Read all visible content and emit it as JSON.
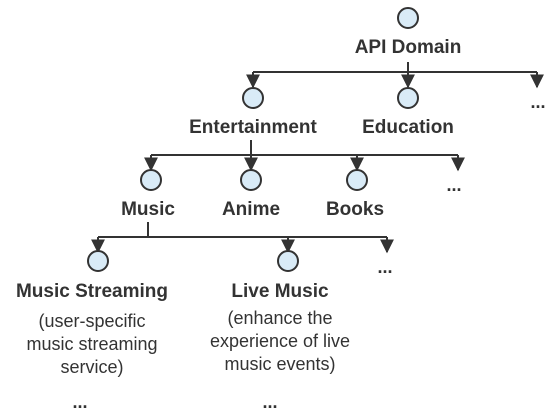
{
  "colors": {
    "node_fill": "#d9ebf7",
    "node_stroke": "#333333",
    "line": "#333333",
    "text": "#333333"
  },
  "root": {
    "label": "API Domain"
  },
  "level1": {
    "items": [
      {
        "label": "Entertainment"
      },
      {
        "label": "Education"
      }
    ],
    "more": "..."
  },
  "level2": {
    "items": [
      {
        "label": "Music"
      },
      {
        "label": "Anime"
      },
      {
        "label": "Books"
      }
    ],
    "more": "..."
  },
  "level3": {
    "items": [
      {
        "label": "Music Streaming",
        "description": [
          "(user-specific",
          "music streaming",
          "service)"
        ],
        "more": "..."
      },
      {
        "label": "Live Music",
        "description": [
          "(enhance the",
          "experience of live",
          "music events)"
        ],
        "more": "..."
      }
    ],
    "more": "..."
  }
}
